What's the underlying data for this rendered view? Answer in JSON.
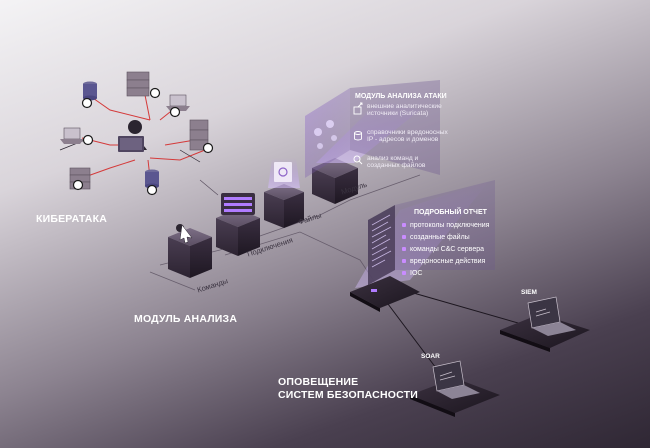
{
  "colors": {
    "accent": "#b07cff",
    "threat_red": "#d43a3a",
    "cube": "#3a2f3f"
  },
  "labels": {
    "attack": "КИБЕРАТАКА",
    "analysis_module": "МОДУЛЬ АНАЛИЗА",
    "notify_line1": "ОПОВЕЩЕНИЕ",
    "notify_line2": "СИСТЕМ БЕЗОПАСНОСТИ"
  },
  "connections": {
    "commands": "Команды",
    "connections": "Подключения",
    "files": "Файлы",
    "module": "Модуль"
  },
  "attack_module_panel": {
    "title": "МОДУЛЬ АНАЛИЗА АТАКИ",
    "items": [
      {
        "icon": "external-link-icon",
        "text": "внешние аналитические источники (Suricata)"
      },
      {
        "icon": "database-icon",
        "text": "справочники вредоносных IP - адресов и доменов"
      },
      {
        "icon": "magnifier-icon",
        "text": "анализ команд и созданных файлов"
      }
    ]
  },
  "report_panel": {
    "title": "ПОДРОБНЫЙ ОТЧЕТ",
    "items": [
      "протоколы подключения",
      "созданные файлы",
      "команды C&C сервера",
      "вредоносные действия",
      "IOC"
    ]
  },
  "systems": {
    "siem": "SIEM",
    "soar": "SOAR"
  }
}
